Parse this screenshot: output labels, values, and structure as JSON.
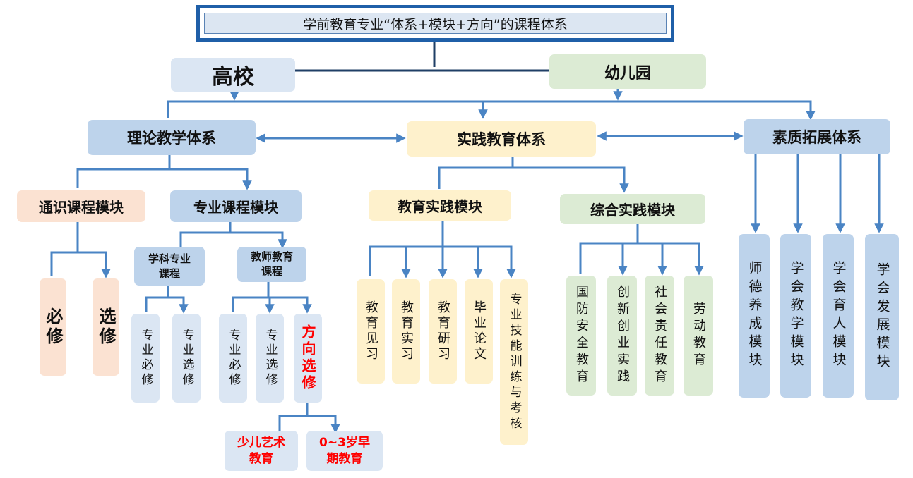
{
  "title": "学前教育专业“体系+模块+方向”的课程体系",
  "level1": {
    "university": "高校",
    "kindergarten": "幼儿园"
  },
  "systems": {
    "theory": "理论教学体系",
    "practice": "实践教育体系",
    "quality": "素质拓展体系"
  },
  "modules": {
    "general": "通识课程模块",
    "professional": "专业课程模块",
    "edu_practice": "教育实践模块",
    "comp_practice": "综合实践模块"
  },
  "general_courses": [
    "必修",
    "选修"
  ],
  "professional_sub": {
    "subject": "学科专业课程",
    "teacher": "教师教育课程"
  },
  "subject_courses": [
    "专业必修",
    "专业选修"
  ],
  "teacher_courses": [
    "专业必修",
    "专业选修"
  ],
  "direction_elective": "方向选修",
  "directions": [
    "少儿艺术教育",
    "0~3岁早期教育"
  ],
  "edu_practice_items": [
    "教育见习",
    "教育实习",
    "教育研习",
    "毕业论文",
    "专业技能训练与考核"
  ],
  "comp_practice_items": [
    "国防安全教育",
    "创新创业实践",
    "社会责任教育",
    "劳动教育"
  ],
  "quality_items": [
    "师德养成模块",
    "学会教学模块",
    "学会育人模块",
    "学会发展模块"
  ],
  "colors": {
    "border": "#1f5fa8",
    "connector": "#4a84c4",
    "blue_box": "#bdd3eb",
    "light_box": "#dbe6f3",
    "yellow_box": "#fef1cc",
    "green_box": "#dcebd4",
    "peach_box": "#fbe2d2",
    "highlight_text": "#ff0000"
  }
}
